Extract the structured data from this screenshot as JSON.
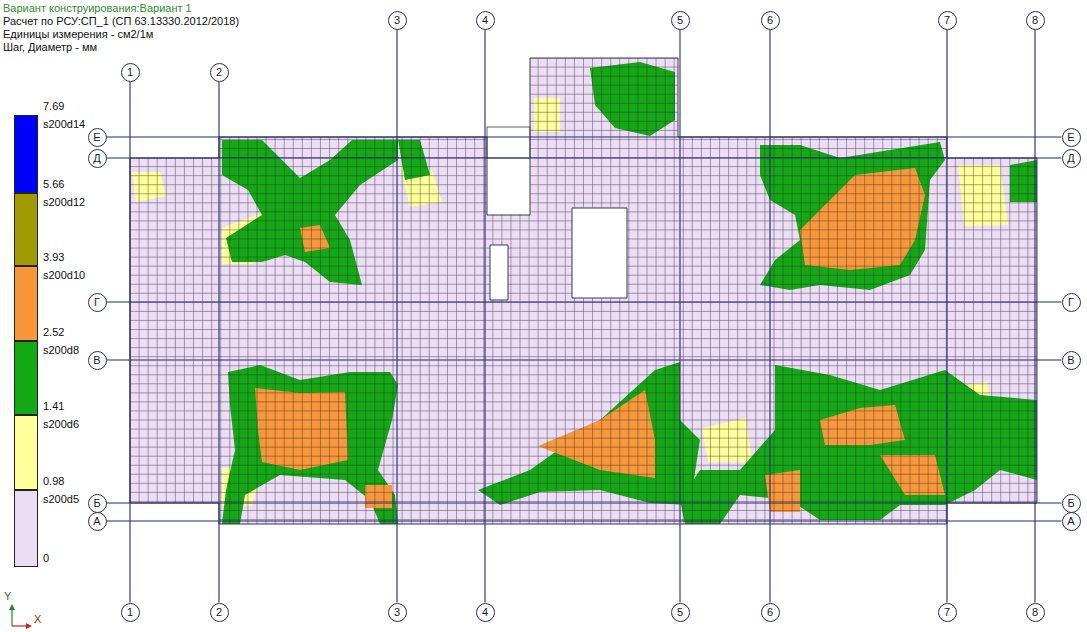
{
  "diagram": {
    "nodes": [
      {
        "text": [
          "1"
        ]
      },
      {
        "text": [
          "2"
        ]
      },
      {
        "text": [
          "3"
        ]
      },
      {
        "text": [
          "4"
        ]
      },
      {
        "text": [
          "5"
        ]
      },
      {
        "text": [
          "6"
        ]
      },
      {
        "text": [
          "7"
        ]
      },
      {
        "text": [
          "8"
        ]
      },
      {
        "text": [
          "Е"
        ]
      },
      {
        "text": [
          "Е"
        ]
      },
      {
        "text": [
          "Д"
        ]
      },
      {
        "text": [
          "Д"
        ]
      },
      {
        "text": [
          "Г"
        ]
      },
      {
        "text": [
          "Г"
        ]
      },
      {
        "text": [
          "В"
        ]
      },
      {
        "text": [
          "В"
        ]
      },
      {
        "text": [
          "Б"
        ]
      },
      {
        "text": [
          "Б"
        ]
      },
      {
        "text": [
          "А"
        ]
      },
      {
        "text": [
          "А"
        ]
      },
      {
        "text": [
          "1"
        ]
      },
      {
        "text": [
          "2"
        ]
      },
      {
        "text": [
          "3"
        ]
      },
      {
        "text": [
          "4"
        ]
      },
      {
        "text": [
          "5"
        ]
      },
      {
        "text": [
          "6"
        ]
      },
      {
        "text": [
          "7"
        ]
      },
      {
        "text": [
          "8"
        ]
      }
    ],
    "edges": [
      {
        "from": 0,
        "to": 20,
        "arrow": "none"
      },
      {
        "from": 1,
        "to": 21,
        "arrow": "none"
      },
      {
        "from": 2,
        "to": 22,
        "arrow": "none"
      },
      {
        "from": 3,
        "to": 23,
        "arrow": "none"
      },
      {
        "from": 4,
        "to": 24,
        "arrow": "none"
      },
      {
        "from": 5,
        "to": 25,
        "arrow": "none"
      },
      {
        "from": 6,
        "to": 26,
        "arrow": "none"
      },
      {
        "from": 7,
        "to": 27,
        "arrow": "none"
      },
      {
        "from": 8,
        "to": 9,
        "arrow": "none"
      },
      {
        "from": 10,
        "to": 11,
        "arrow": "none"
      },
      {
        "from": 12,
        "to": 13,
        "arrow": "none"
      },
      {
        "from": 14,
        "to": 15,
        "arrow": "none"
      },
      {
        "from": 16,
        "to": 17,
        "arrow": "none"
      },
      {
        "from": 18,
        "to": 19,
        "arrow": "none"
      }
    ],
    "labels": [
      "Вариант конструирования:Вариант 1",
      "Расчет по РСУ:СП_1 (СП 63.13330.2012/2018)",
      "Единицы измерения - см2/1м",
      "Шаг, Диаметр - мм",
      "7.69",
      "5.66",
      "3.93",
      "2.52",
      "1.41",
      "0.98",
      "0",
      "Y",
      "X"
    ],
    "legend": [
      {
        "text": "s200d14",
        "color": "#0000ff"
      },
      {
        "text": "s200d12",
        "color": "#a09b00"
      },
      {
        "text": "s200d10",
        "color": "#f7973a"
      },
      {
        "text": "s200d8",
        "color": "#14a814"
      },
      {
        "text": "s200d6",
        "color": "#ffff99"
      },
      {
        "text": "s200d5",
        "color": "#ecdcf4"
      }
    ]
  }
}
